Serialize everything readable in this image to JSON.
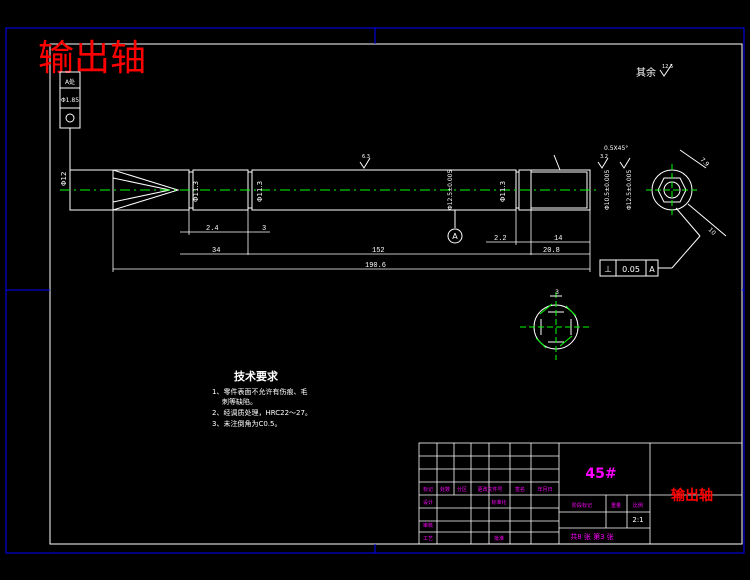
{
  "title_red": "输出轴",
  "surface_note": {
    "label": "其余",
    "roughness": "12.5"
  },
  "roughness_main": "6.3",
  "roughness_groove": "3.2",
  "chamfer": "0.5X45°",
  "shaft": {
    "dia_left": "Φ12",
    "dia_groove1": "Φ11.3",
    "dia_mid": "Φ11.3",
    "dia_main": "Φ12.5±0.005",
    "dia_groove2": "Φ11.3",
    "dia_right": "Φ10.5±0.005",
    "dia_right2": "Φ12.5±0.005",
    "dims": {
      "d_2_4": "2.4",
      "d_3": "3",
      "d_34": "34",
      "d_152": "152",
      "d_2_2": "2.2",
      "d_14": "14",
      "d_20_8": "20.8",
      "d_total": "190.6"
    }
  },
  "datum": "A",
  "tolerance": {
    "symbol": "⊥",
    "value": "0.05",
    "datum": "A"
  },
  "callouts": {
    "left_top": "A处",
    "left_mid": "Φ1.85",
    "side_r": "10",
    "side_top": "7.9"
  },
  "spline_width": "3",
  "tech_req": {
    "title": "技术要求",
    "items": [
      "1、零件表面不允许有伤痕、毛",
      "刺等缺陷。",
      "2、经调质处理，HRC22～27。",
      "3、未注倒角为C0.5。"
    ]
  },
  "title_block": {
    "material": "45#",
    "part_name": "输出轴",
    "scale": "2:1",
    "sheets": "共8 张 第3 张",
    "headers": [
      "标记",
      "处数",
      "分区",
      "更改文件号",
      "签名",
      "年月日"
    ],
    "row_labels": [
      "设计",
      "标准化"
    ],
    "stage_labels": [
      "阶段标记",
      "重量",
      "比例"
    ],
    "left_labels": [
      "审核",
      "工艺",
      "批准"
    ]
  },
  "colors": {
    "frame": "#0000ff",
    "line": "#ffffff",
    "magenta": "#ff00ff",
    "green": "#00ff00",
    "red": "#ff0000",
    "yellow": "#ffff00",
    "cyan": "#00ffff"
  }
}
